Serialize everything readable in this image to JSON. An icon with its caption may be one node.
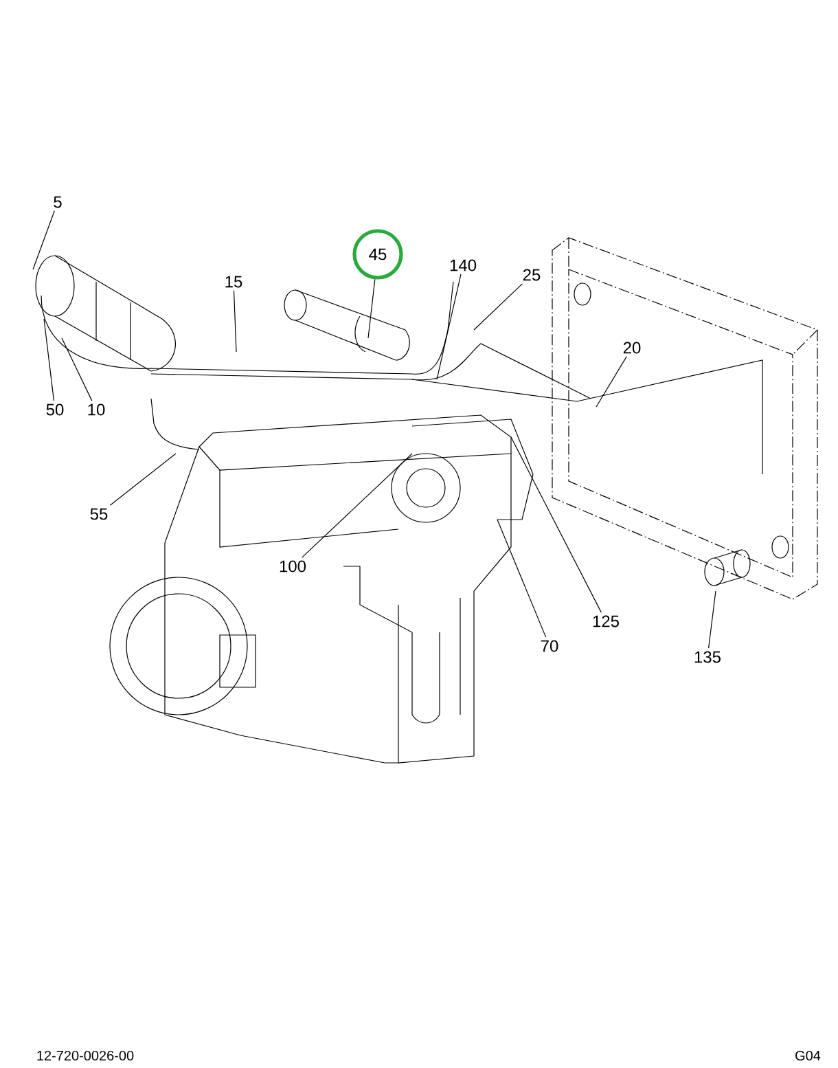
{
  "diagram": {
    "nodes": [
      {
        "text": [
          "5"
        ]
      },
      {
        "text": [
          "45"
        ]
      },
      {
        "text": [
          "140"
        ]
      },
      {
        "text": [
          "25"
        ]
      },
      {
        "text": [
          "15"
        ]
      },
      {
        "text": [
          "20"
        ]
      },
      {
        "text": [
          "50"
        ]
      },
      {
        "text": [
          "10"
        ]
      },
      {
        "text": [
          "55"
        ]
      },
      {
        "text": [
          "100"
        ]
      },
      {
        "text": [
          "125"
        ]
      },
      {
        "text": [
          "70"
        ]
      },
      {
        "text": [
          "135"
        ]
      }
    ],
    "edges": [
      {
        "from": 0,
        "to": null,
        "arrow": "none"
      },
      {
        "from": 1,
        "to": null,
        "arrow": "none"
      },
      {
        "from": 2,
        "to": null,
        "arrow": "none"
      },
      {
        "from": 3,
        "to": null,
        "arrow": "none"
      },
      {
        "from": 4,
        "to": null,
        "arrow": "none"
      },
      {
        "from": 5,
        "to": null,
        "arrow": "none"
      },
      {
        "from": 6,
        "to": null,
        "arrow": "none"
      },
      {
        "from": 7,
        "to": null,
        "arrow": "none"
      },
      {
        "from": 8,
        "to": null,
        "arrow": "none"
      },
      {
        "from": 9,
        "to": null,
        "arrow": "none"
      },
      {
        "from": 10,
        "to": null,
        "arrow": "none"
      },
      {
        "from": 11,
        "to": null,
        "arrow": "none"
      },
      {
        "from": 12,
        "to": null,
        "arrow": "none"
      }
    ],
    "labels": [
      "12-720-0026-00",
      "G04"
    ]
  }
}
